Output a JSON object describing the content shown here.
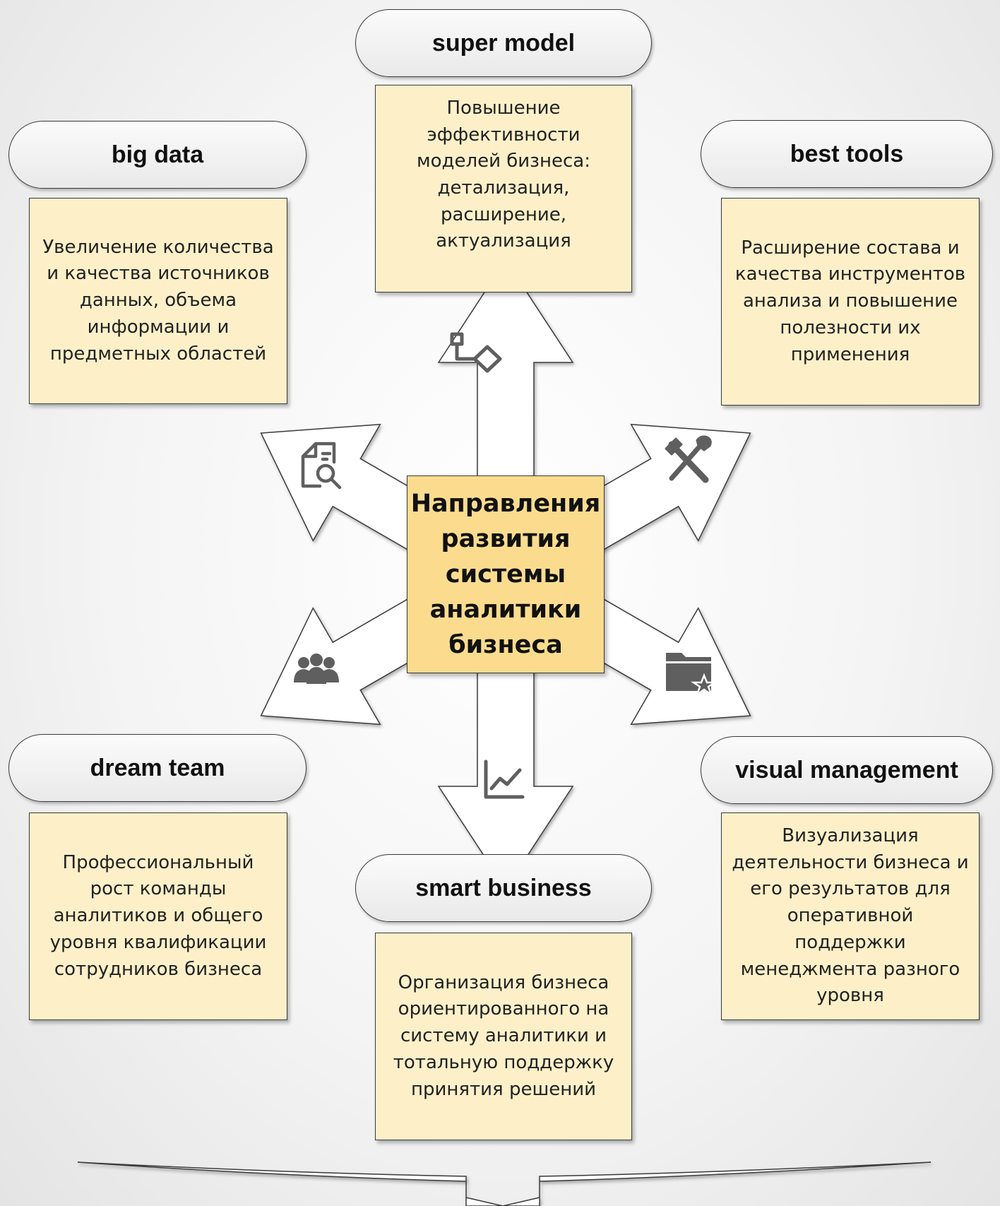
{
  "center": {
    "title": "Направления развития системы аналитики бизнеса"
  },
  "directions": [
    {
      "key": "super-model",
      "label": "super model",
      "icon": "flowchart-icon",
      "description": "Повышение эффективности моделей бизнеса: детализация, расширение, актуализация"
    },
    {
      "key": "big-data",
      "label": "big data",
      "icon": "document-search-icon",
      "description": "Увеличение количества и качества источников данных, объема информации и предметных областей"
    },
    {
      "key": "best-tools",
      "label": "best tools",
      "icon": "tools-icon",
      "description": "Расширение состава и качества инструментов анализа и повышение полезности их применения"
    },
    {
      "key": "dream-team",
      "label": "dream team",
      "icon": "people-group-icon",
      "description": "Профессиональный рост команды аналитиков и общего уровня квалификации сотрудников бизнеса"
    },
    {
      "key": "visual-management",
      "label": "visual management",
      "icon": "folder-star-icon",
      "description": "Визуализация деятельности бизнеса и его результатов для оперативной поддержки менеджмента разного уровня"
    },
    {
      "key": "smart-business",
      "label": "smart business",
      "icon": "line-chart-icon",
      "description": "Организация бизнеса ориентированного на систему аналитики и тотальную поддержку принятия решений"
    }
  ],
  "colors": {
    "card_fill": "#fdf0c9",
    "center_fill": "#fbdc8f",
    "outline": "#3a3a3a",
    "icon": "#5f5f5f"
  }
}
